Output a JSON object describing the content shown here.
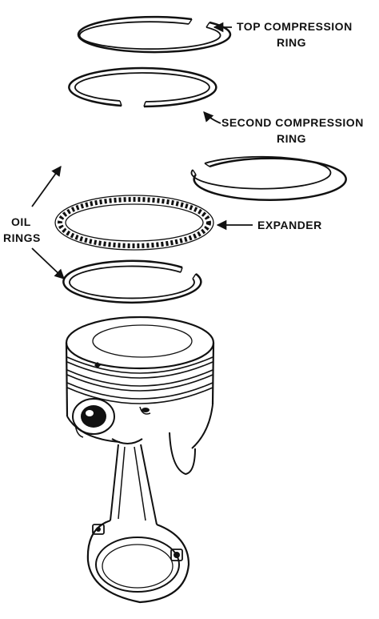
{
  "labels": {
    "top_ring_line1": "TOP COMPRESSION",
    "top_ring_line2": "RING",
    "second_ring_line1": "SECOND COMPRESSION",
    "second_ring_line2": "RING",
    "oil_rings_line1": "OIL",
    "oil_rings_line2": "RINGS",
    "expander": "EXPANDER"
  },
  "colors": {
    "ink": "#111111",
    "paper": "#ffffff"
  }
}
